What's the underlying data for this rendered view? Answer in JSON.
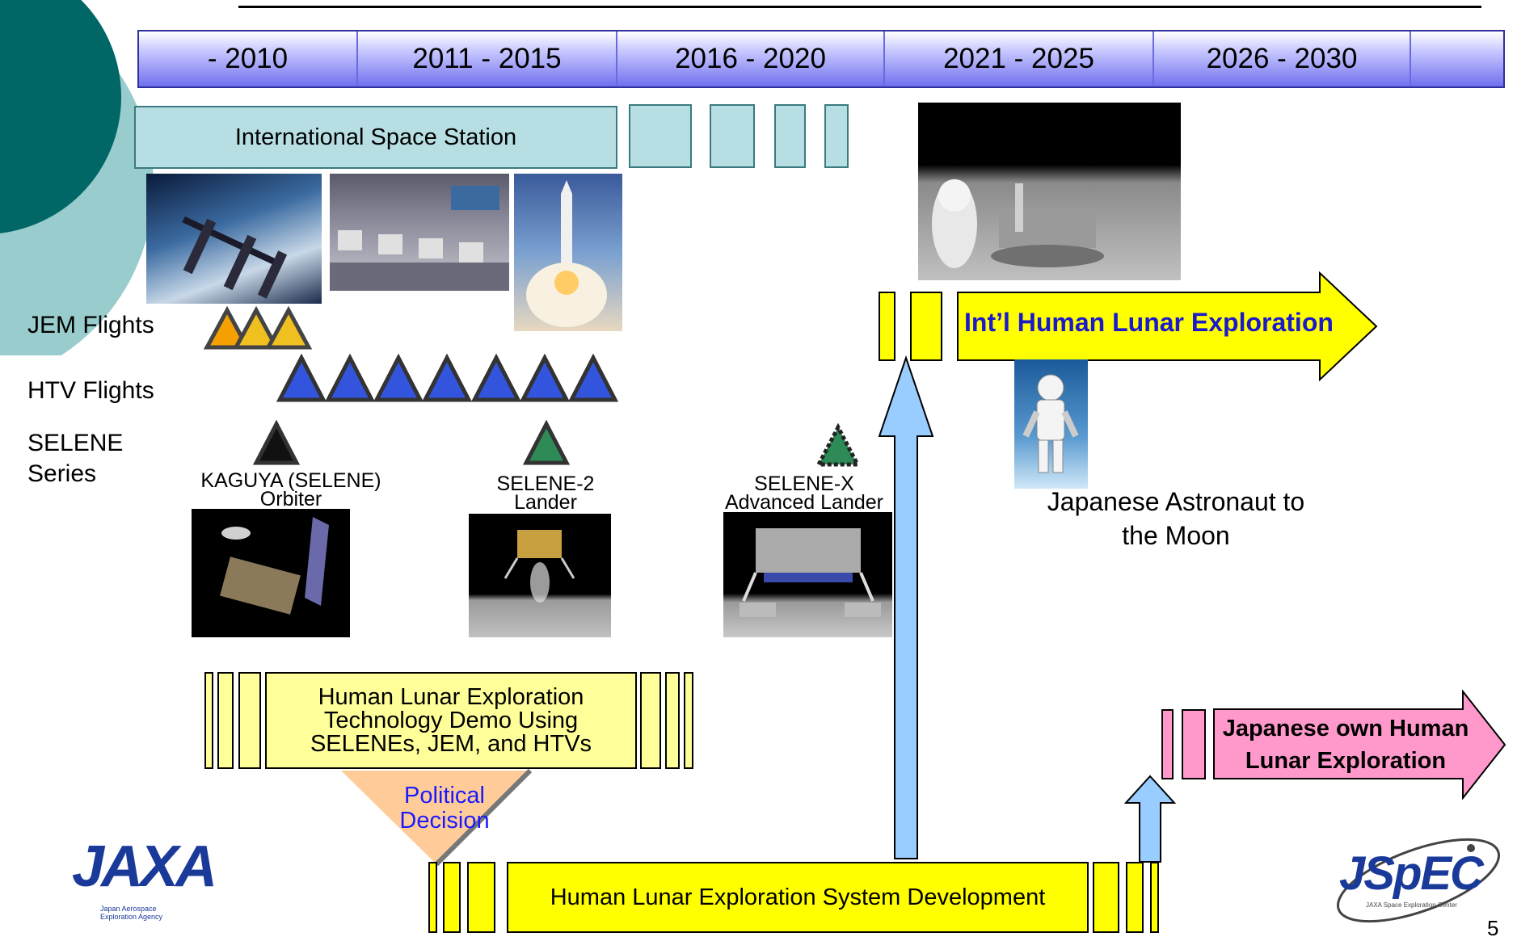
{
  "timeline": [
    "- 2010",
    "2011 - 2015",
    "2016 - 2020",
    "2021 - 2025",
    "2026 - 2030",
    ""
  ],
  "iss_label": "International Space Station",
  "rows": {
    "jem": "JEM Flights",
    "htv": "HTV Flights",
    "selene_line1": "SELENE",
    "selene_line2": "Series"
  },
  "selene": {
    "kaguya_line1": "KAGUYA (SELENE)",
    "kaguya_line2": "Orbiter",
    "s2_line1": "SELENE-2",
    "s2_line2": "Lander",
    "sx_line1": "SELENE-X",
    "sx_line2": "Advanced Lander"
  },
  "intl_arrow": "Int’l Human Lunar Exploration",
  "astronaut_caption_line1": "Japanese Astronaut to",
  "astronaut_caption_line2": "the Moon",
  "demo_box": {
    "line1": "Human Lunar Exploration",
    "line2": "Technology Demo Using",
    "line3": "SELENEs, JEM, and HTVs"
  },
  "political": {
    "line1": "Political",
    "line2": "Decision"
  },
  "system_dev": "Human Lunar Exploration System Development",
  "japanese_own": {
    "line1": "Japanese own Human",
    "line2": "Lunar Exploration"
  },
  "logos": {
    "left": "JAXA",
    "left_sub1": "Japan Aerospace",
    "left_sub2": "Exploration Agency",
    "right": "JSpEC",
    "right_sub": "JAXA Space Exploration Center"
  },
  "page_number": "5",
  "colors": {
    "timeline_bar": "#7b7bf0",
    "iss": "#b7dfe3",
    "yellow": "#ffff00",
    "pale_yellow": "#ffff99",
    "pink": "#ff99cc",
    "blue_arrow": "#99ccff",
    "htv_triangle": "#3355dd",
    "jem_triangle": "#f0c020",
    "selene2_triangle": "#2e8b57",
    "intl_text": "#1a1acc",
    "political_text": "#1a1aff",
    "political_fill": "#ffcc99"
  }
}
